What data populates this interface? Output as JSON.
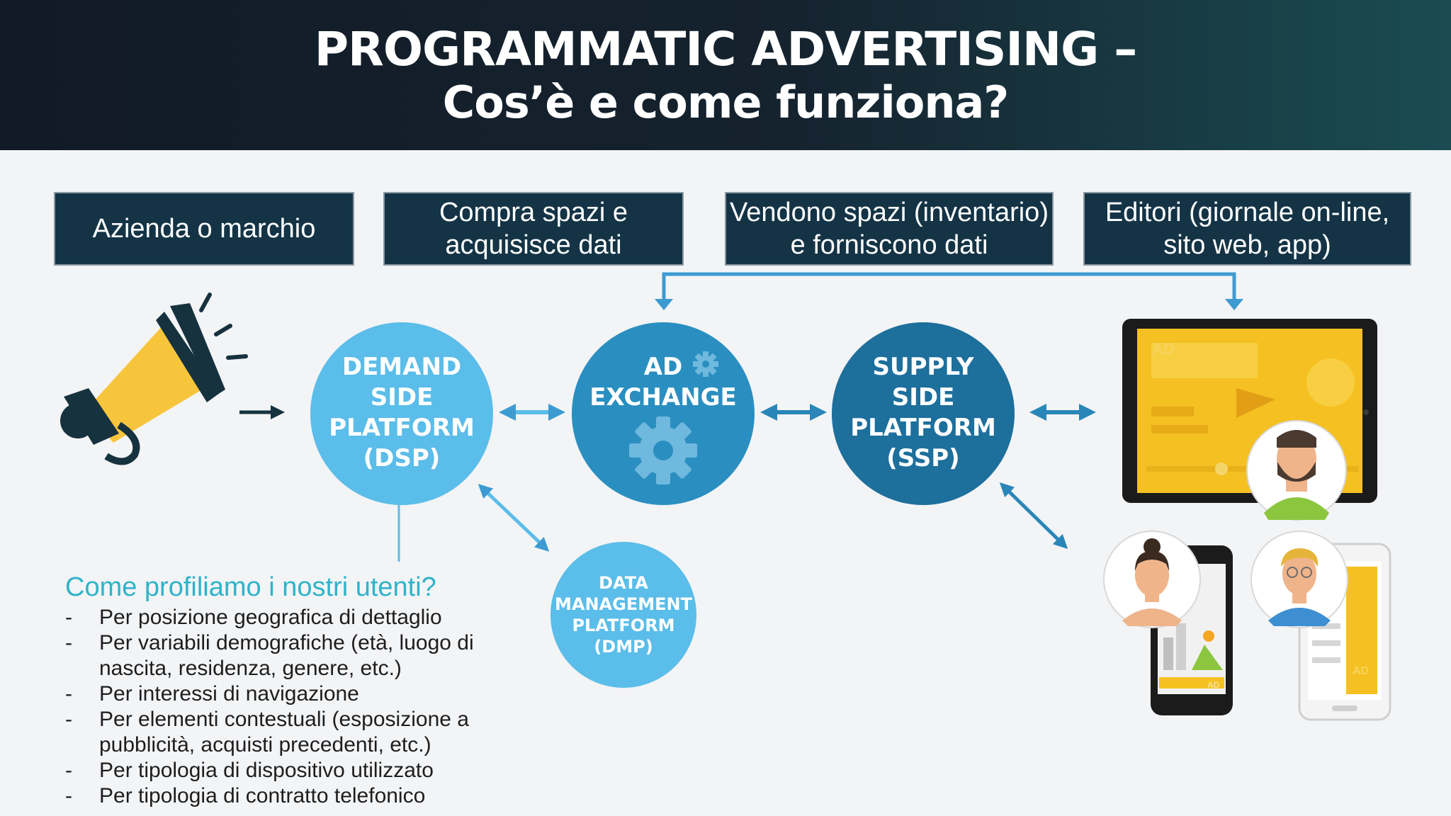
{
  "title": {
    "line1": "PROGRAMMATIC ADVERTISING –",
    "line2": "Cos’è e come funziona?"
  },
  "boxes": [
    {
      "lines": [
        "Azienda o marchio"
      ]
    },
    {
      "lines": [
        "Compra spazi e",
        "acquisisce dati"
      ]
    },
    {
      "lines": [
        "Vendono spazi (inventario)",
        "e forniscono dati"
      ]
    },
    {
      "lines": [
        "Editori (giornale on-line,",
        "sito web, app)"
      ]
    }
  ],
  "nodes": {
    "dsp": {
      "lines": [
        "DEMAND",
        "SIDE",
        "PLATFORM",
        "(DSP)"
      ]
    },
    "adx": {
      "lines": [
        "AD",
        "EXCHANGE"
      ]
    },
    "ssp": {
      "lines": [
        "SUPPLY",
        "SIDE",
        "PLATFORM",
        "(SSP)"
      ]
    },
    "dmp": {
      "lines": [
        "DATA",
        "MANAGEMENT",
        "PLATFORM",
        "(DMP)"
      ]
    }
  },
  "ad_label": "AD",
  "question": {
    "title": "Come profiliamo i nostri utenti?",
    "items": [
      "Per posizione geografica di dettaglio",
      "Per variabili demografiche (età, luogo di nascita, residenza, genere, etc.)",
      "Per interessi di navigazione",
      "Per elementi contestuali (esposizione a pubblicità, acquisti precedenti, etc.)",
      "Per tipologia di dispositivo utilizzato",
      "Per tipologia di contratto telefonico"
    ]
  },
  "colors": {
    "header_dark": "#111a26",
    "box_bg": "#143446",
    "light_blue": "#5bbde9",
    "mid_blue": "#2a8fc0",
    "dark_blue": "#1d6f9c",
    "arrow_blue": "#3d9bd1",
    "megaphone_yellow": "#f7c53b",
    "accent_teal": "#2fb3c9"
  }
}
